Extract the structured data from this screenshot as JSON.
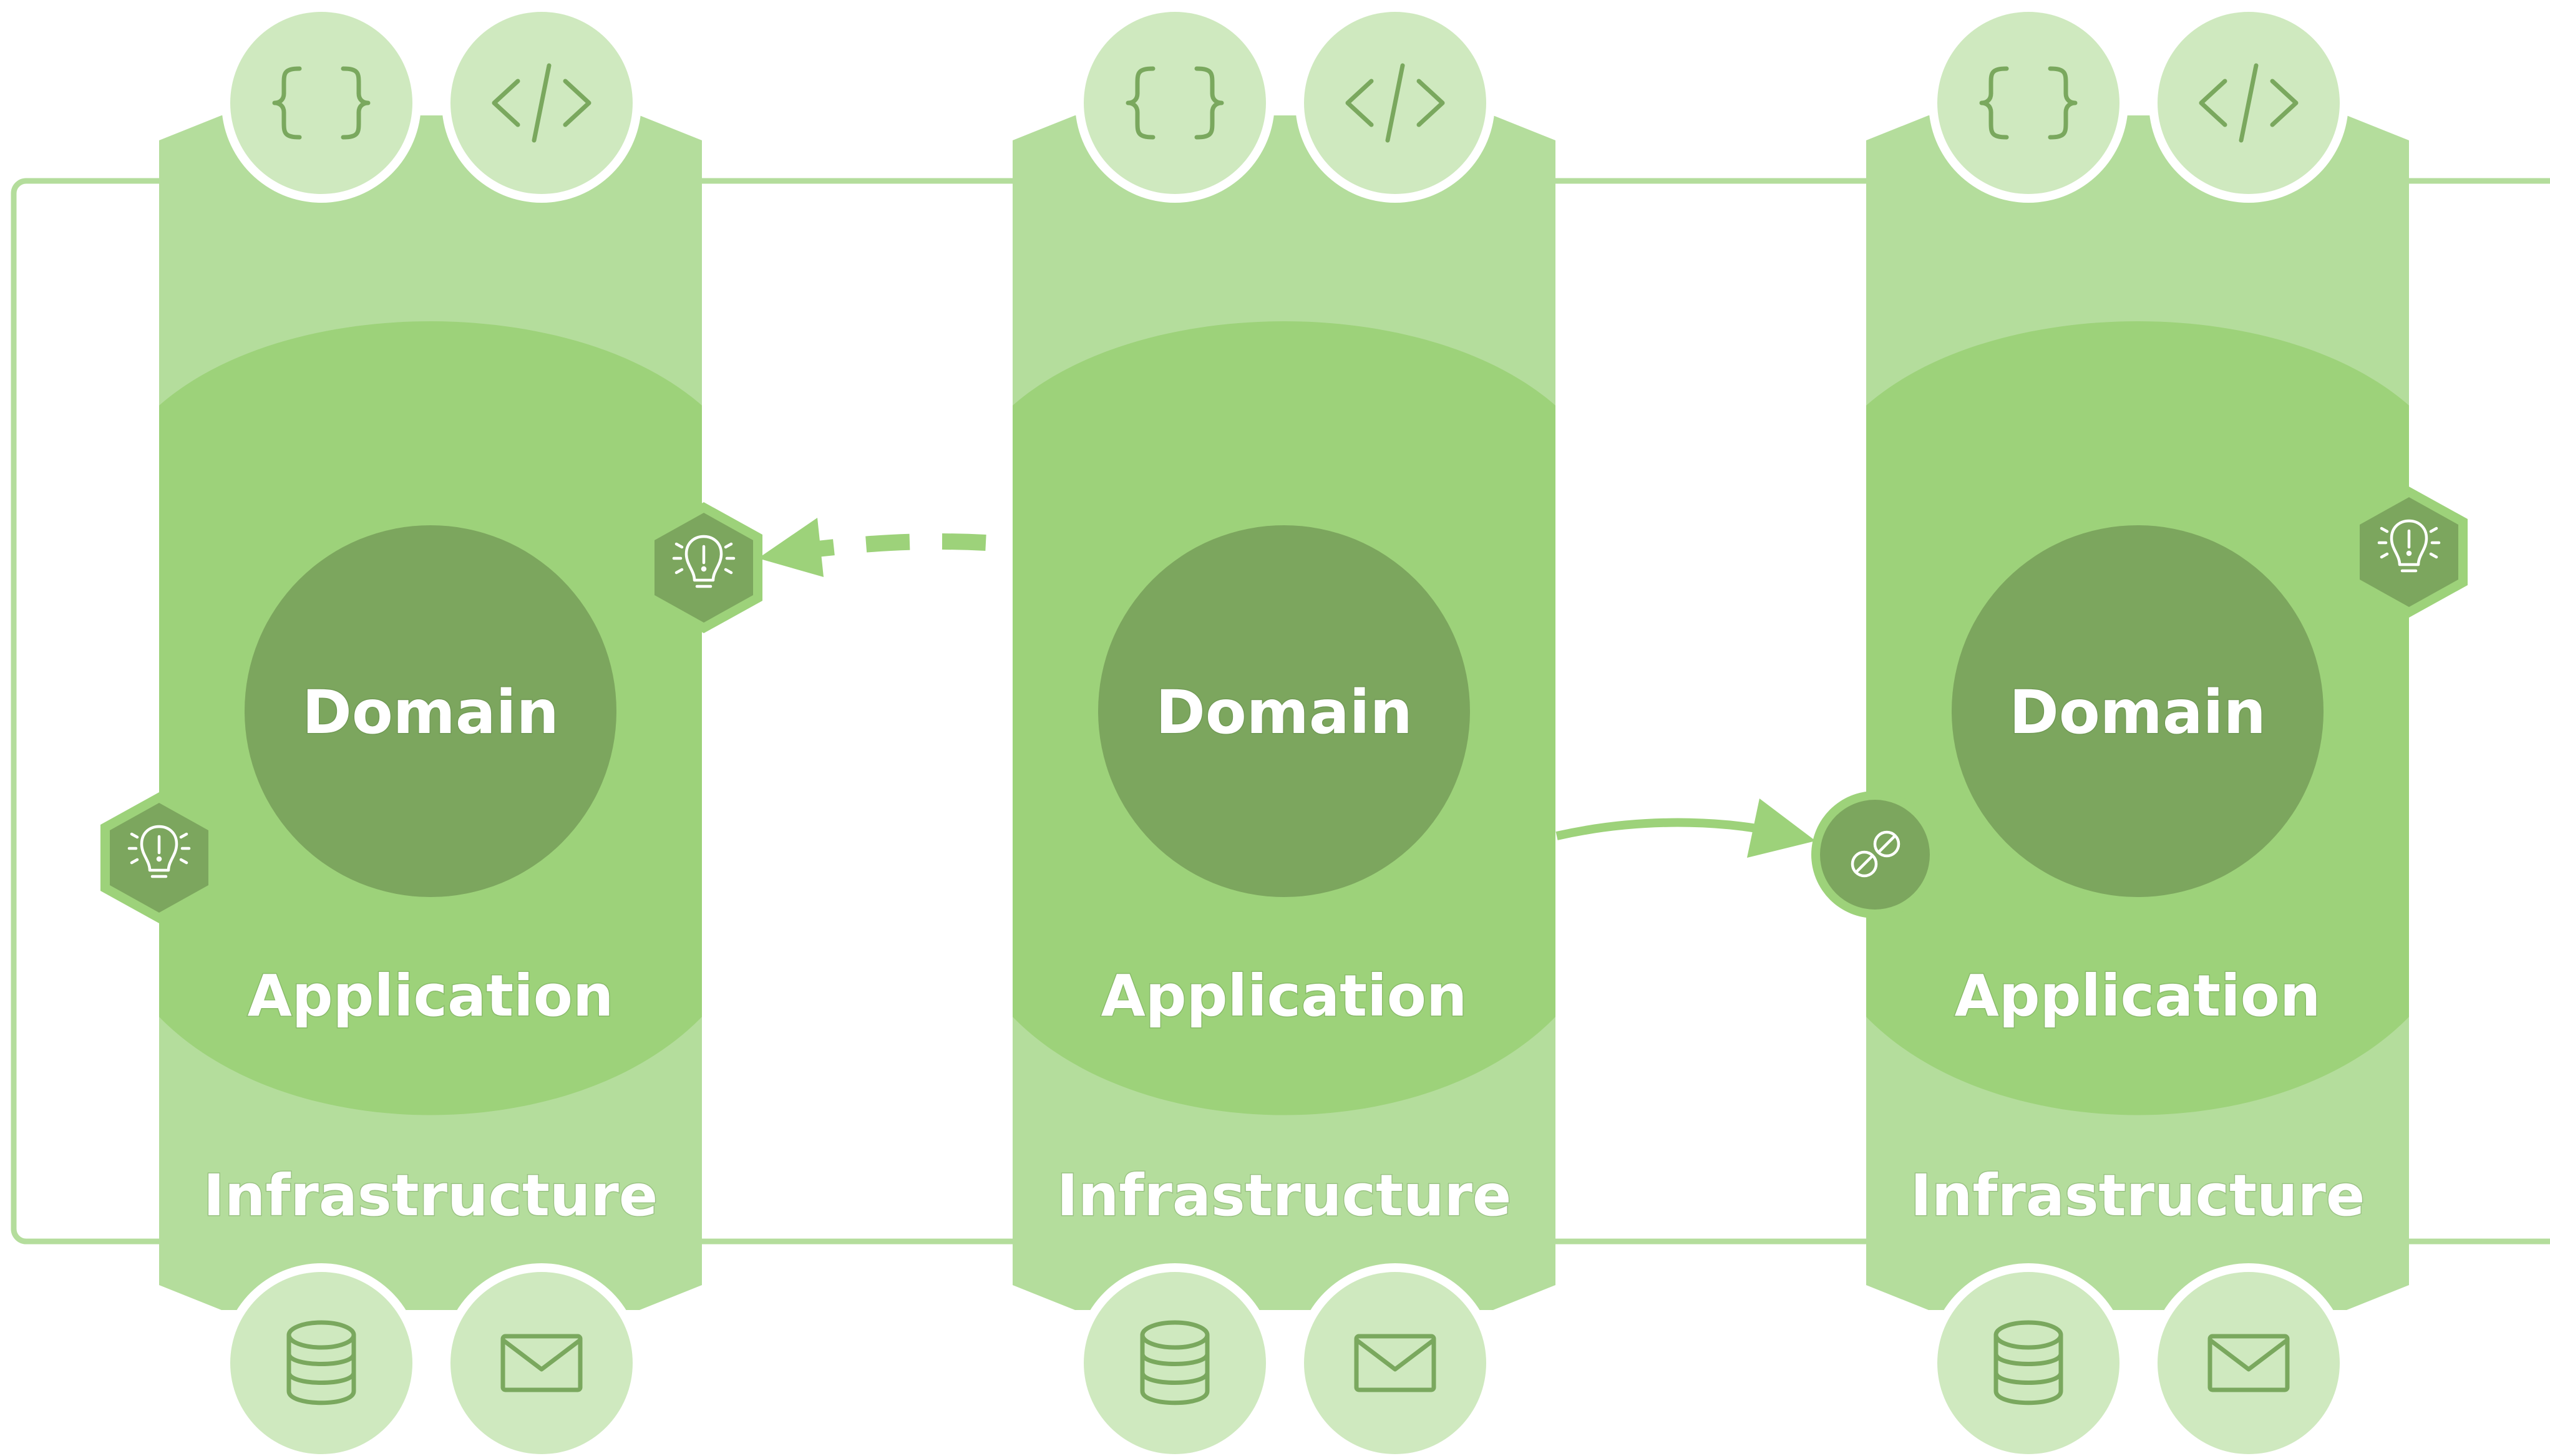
{
  "colors": {
    "frame": "#b4dd9c",
    "outer_layer": "#b4dd9c",
    "application_layer": "#9dd27a",
    "domain_core": "#7ca65e",
    "port_circle": "#cfe9bf",
    "port_icon": "#7aa85e",
    "hexagon": "#7ca65e",
    "connector": "#9dd27a"
  },
  "services": [
    {
      "domain_label": "Domain",
      "application_label": "Application",
      "infrastructure_label": "Infrastructure",
      "top_ports": [
        "braces-icon",
        "code-tag-icon"
      ],
      "bottom_ports": [
        "database-icon",
        "envelope-icon"
      ],
      "events": [
        "lightbulb-icon",
        "lightbulb-icon"
      ]
    },
    {
      "domain_label": "Domain",
      "application_label": "Application",
      "infrastructure_label": "Infrastructure",
      "top_ports": [
        "braces-icon",
        "code-tag-icon"
      ],
      "bottom_ports": [
        "database-icon",
        "envelope-icon"
      ],
      "events": []
    },
    {
      "domain_label": "Domain",
      "application_label": "Application",
      "infrastructure_label": "Infrastructure",
      "top_ports": [
        "braces-icon",
        "code-tag-icon"
      ],
      "bottom_ports": [
        "database-icon",
        "envelope-icon"
      ],
      "events": [
        "lightbulb-icon",
        "pill-icon"
      ]
    }
  ],
  "connections": [
    {
      "from": "service-2",
      "to": "service-1-event",
      "style": "dashed"
    },
    {
      "from": "service-2",
      "to": "service-3-pill",
      "style": "solid"
    }
  ]
}
